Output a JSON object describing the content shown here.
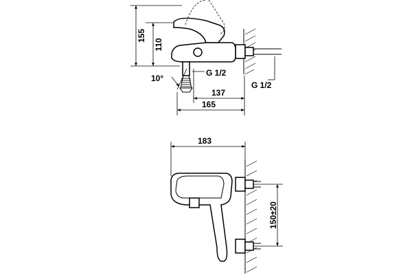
{
  "drawing": {
    "top_view": {
      "dim_height_total": "155",
      "dim_height_spout": "110",
      "dim_angle": "10°",
      "dim_thread_outlet": "G 1/2",
      "dim_thread_inlet": "G 1/2",
      "dim_length_137": "137",
      "dim_length_165": "165"
    },
    "front_view": {
      "dim_width": "183",
      "dim_centers": "150±20"
    }
  }
}
